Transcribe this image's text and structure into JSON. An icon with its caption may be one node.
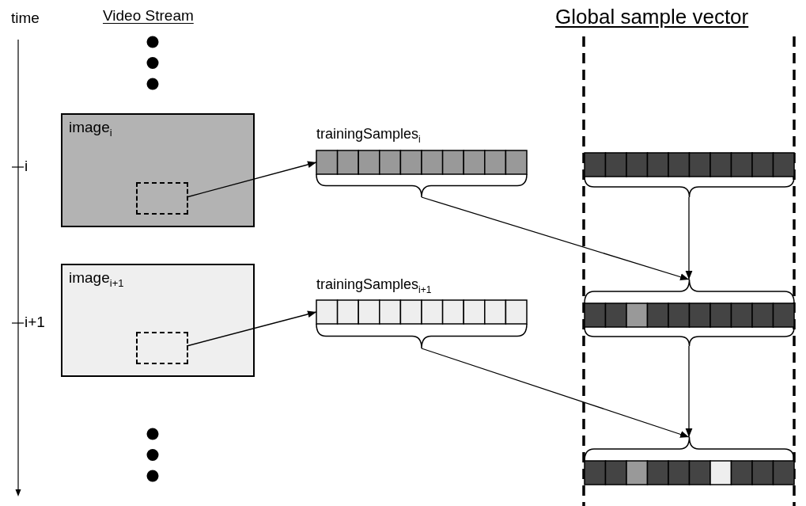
{
  "diagram": {
    "nodes": [
      {
        "text": [
          "image$_{i}$"
        ]
      },
      {
        "text": [],
        "shape": "box",
        "in": 0
      },
      {
        "text": [
          "image$_{i+1}$"
        ]
      },
      {
        "text": [],
        "shape": "box",
        "in": 2
      },
      {
        "text": [
          "trainingSamples$_{i}$"
        ]
      },
      {
        "text": [
          "trainingSamples$_{i+1}$"
        ]
      },
      {
        "text": [],
        "shape": "bar"
      },
      {
        "text": [],
        "shape": "bar"
      },
      {
        "text": [],
        "shape": "bar"
      }
    ],
    "edges": [
      {
        "from": 1,
        "to": 4,
        "arrow": "to"
      },
      {
        "from": 3,
        "to": 5,
        "arrow": "to"
      },
      {
        "from": 4,
        "to": 7,
        "arrow": "to"
      },
      {
        "from": 6,
        "to": 7,
        "arrow": "to"
      },
      {
        "from": 5,
        "to": 8,
        "arrow": "to"
      },
      {
        "from": 7,
        "to": 8,
        "arrow": "to"
      }
    ],
    "labels": [
      "time",
      "Video Stream",
      "Global sample vector",
      "i",
      "i+1"
    ]
  }
}
